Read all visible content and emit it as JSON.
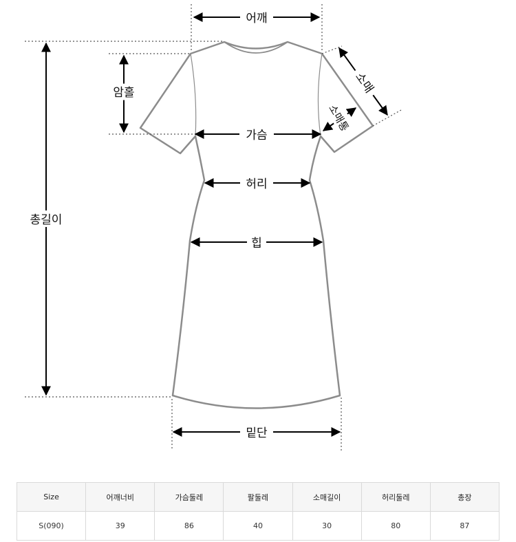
{
  "diagram": {
    "labels": {
      "shoulder": "어깨",
      "sleeve": "소매",
      "sleeve_opening": "소매통",
      "armhole": "암홀",
      "chest": "가슴",
      "waist": "허리",
      "total_length": "총길이",
      "hip": "힙",
      "hem": "밑단"
    },
    "colors": {
      "outline": "#8c8c8c",
      "arrow": "#000000",
      "guide": "#555555"
    }
  },
  "table": {
    "headers": [
      "Size",
      "어깨너비",
      "가슴둘레",
      "팔둘레",
      "소매길이",
      "허리둘레",
      "총장"
    ],
    "rows": [
      [
        "S(090)",
        "39",
        "86",
        "40",
        "30",
        "80",
        "87"
      ]
    ]
  }
}
